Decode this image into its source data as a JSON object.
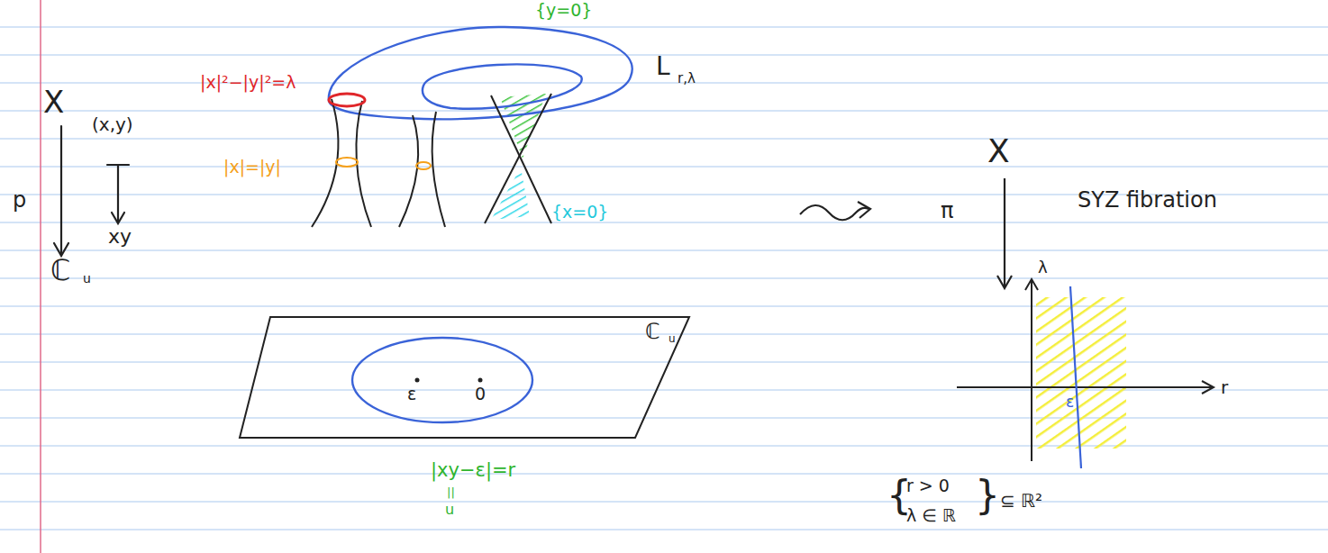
{
  "diagram": {
    "labels": [
      "X",
      "(x,y)",
      "p",
      "xy",
      "ℂ",
      "u",
      "|x|²−|y|²=λ",
      "|x|=|y|",
      "{y=0}",
      "{x=0}",
      "L",
      "r,λ",
      "ℂ",
      "u",
      "ε",
      "0",
      "|xy−ε|=r",
      "||",
      "u",
      "X",
      "π",
      "SYZ fibration",
      "λ",
      "r",
      "ε",
      "{",
      "r > 0",
      "λ ∈ ℝ",
      "}",
      "⊆ ℝ²"
    ]
  }
}
